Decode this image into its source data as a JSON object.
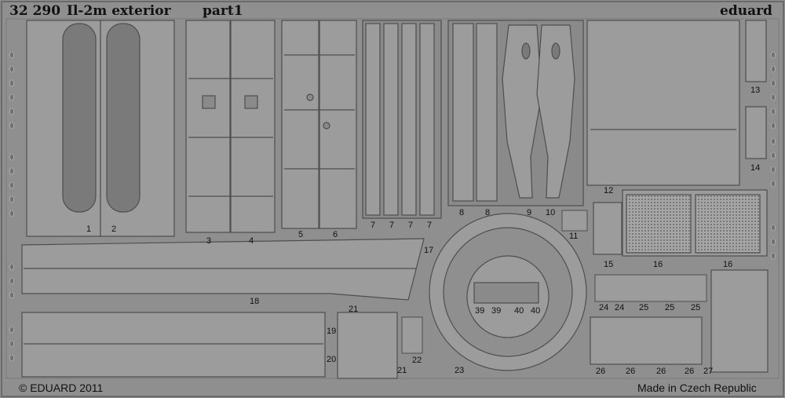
{
  "header": {
    "code": "32 290",
    "title": "Il-2m exterior",
    "part": "part1",
    "brand": "eduard"
  },
  "footer": {
    "copyright": "© EDUARD 2011",
    "origin": "Made in Czech Republic"
  },
  "colors": {
    "fret": "#8f8f8f",
    "part_fill": "#9b9b9b",
    "edge_light": "#c8c8c8",
    "edge_dark": "#555555",
    "etch_dark": "#6e6e6e"
  },
  "part_numbers": {
    "p1": "1",
    "p2": "2",
    "p3": "3",
    "p4": "4",
    "p5": "5",
    "p6": "6",
    "p7a": "7",
    "p7b": "7",
    "p7c": "7",
    "p7d": "7",
    "p8a": "8",
    "p8b": "8",
    "p9": "9",
    "p10": "10",
    "p11": "11",
    "p12": "12",
    "p13": "13",
    "p14": "14",
    "p15": "15",
    "p16a": "16",
    "p16b": "16",
    "p17": "17",
    "p18": "18",
    "p19": "19",
    "p20": "20",
    "p21a": "21",
    "p21b": "21",
    "p22": "22",
    "p23": "23",
    "p24a": "24",
    "p24b": "24",
    "p25a": "25",
    "p25b": "25",
    "p25c": "25",
    "p26a": "26",
    "p26b": "26",
    "p26c": "26",
    "p26d": "26",
    "p27": "27",
    "p39a": "39",
    "p39b": "39",
    "p40a": "40",
    "p40b": "40"
  }
}
